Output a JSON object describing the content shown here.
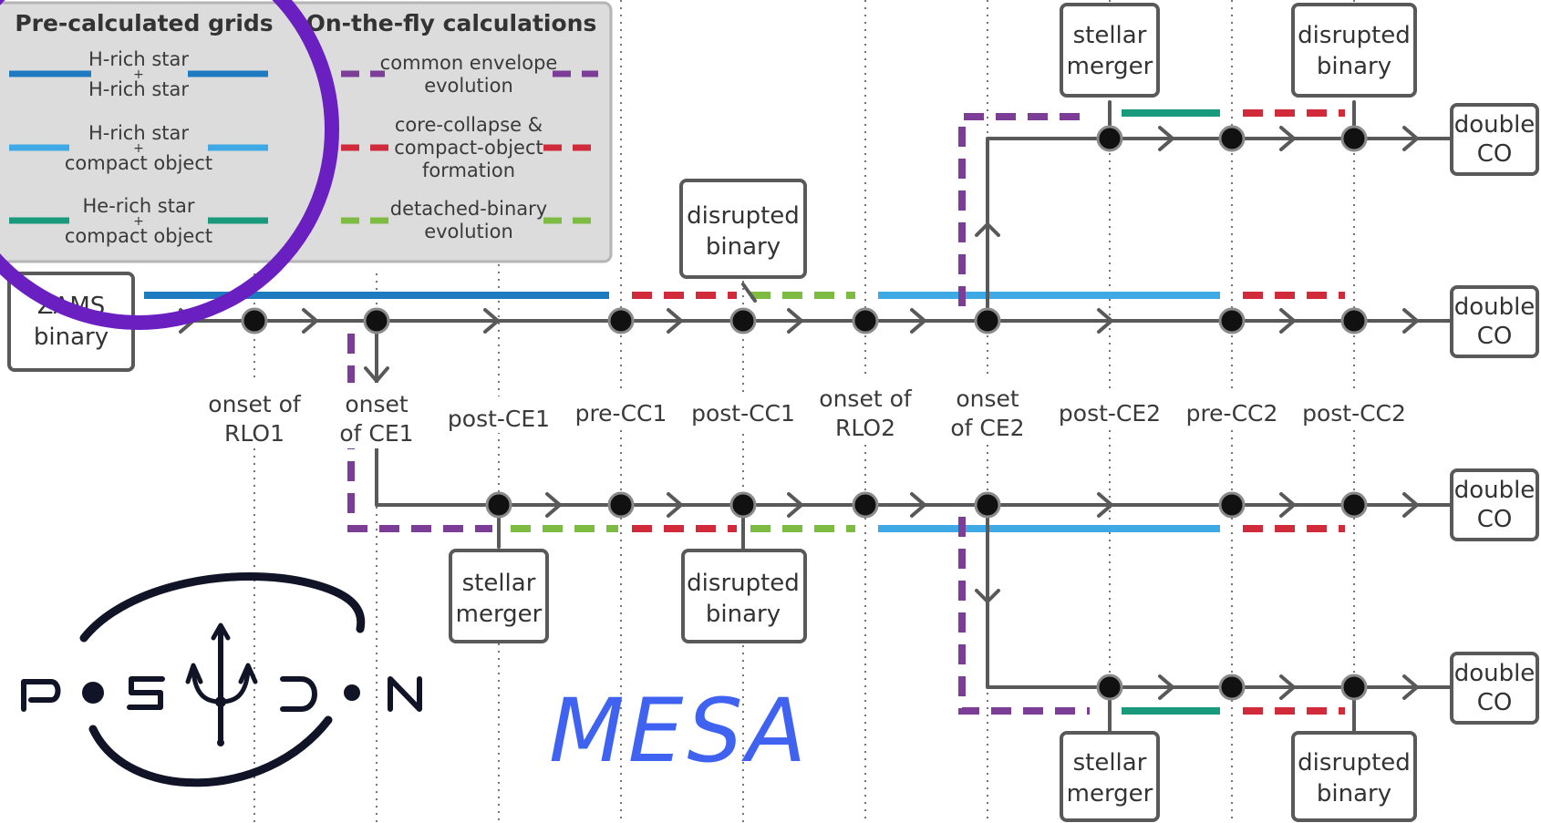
{
  "colors": {
    "h_h": "#1f7bbf",
    "h_co": "#3fa9e6",
    "he_co": "#1a9a7d",
    "ce": "#7b3d96",
    "cc": "#d12a3a",
    "detached": "#7dbb43",
    "track": "#595959",
    "ring": "#6a1fc0",
    "mesa": "#3f63f0"
  },
  "legend": {
    "precalc_title": "Pre-calculated grids",
    "onfly_title": "On-the-fly calculations",
    "precalc": [
      {
        "top": "H-rich star",
        "plus": "+",
        "bottom": "H-rich star",
        "color_key": "h_h"
      },
      {
        "top": "H-rich star",
        "plus": "+",
        "bottom": "compact object",
        "color_key": "h_co"
      },
      {
        "top": "He-rich star",
        "plus": "+",
        "bottom": "compact object",
        "color_key": "he_co"
      }
    ],
    "onfly": [
      {
        "lines": [
          "common envelope",
          "evolution"
        ],
        "color_key": "ce"
      },
      {
        "lines": [
          "core-collapse &",
          "compact-object",
          "formation"
        ],
        "color_key": "cc"
      },
      {
        "lines": [
          "detached-binary",
          "evolution"
        ],
        "color_key": "detached"
      }
    ]
  },
  "stages": [
    {
      "key": "rlo1",
      "lines": [
        "onset of",
        "RLO1"
      ]
    },
    {
      "key": "ce1",
      "lines": [
        "onset",
        "of CE1"
      ]
    },
    {
      "key": "postce1",
      "lines": [
        "post-CE1"
      ]
    },
    {
      "key": "precc1",
      "lines": [
        "pre-CC1"
      ]
    },
    {
      "key": "postcc1",
      "lines": [
        "post-CC1"
      ]
    },
    {
      "key": "rlo2",
      "lines": [
        "onset of",
        "RLO2"
      ]
    },
    {
      "key": "ce2",
      "lines": [
        "onset",
        "of CE2"
      ]
    },
    {
      "key": "postce2",
      "lines": [
        "post-CE2"
      ]
    },
    {
      "key": "precc2",
      "lines": [
        "pre-CC2"
      ]
    },
    {
      "key": "postcc2",
      "lines": [
        "post-CC2"
      ]
    }
  ],
  "outcomes": {
    "zams": [
      "ZAMS",
      "binary"
    ],
    "disrupted": [
      "disrupted",
      "binary"
    ],
    "merger": [
      "stellar",
      "merger"
    ],
    "double_co": [
      "double",
      "CO"
    ]
  },
  "logos": {
    "posydon": "POSYDON",
    "mesa": "MESA"
  }
}
